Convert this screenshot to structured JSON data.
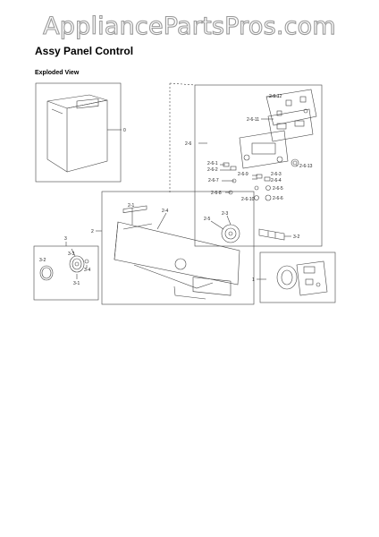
{
  "watermark": "AppliancePartsPros.com",
  "title": "Assy Panel Control",
  "subtitle": "Exploded View",
  "labels": {
    "l0": "0",
    "l2_6_12": "2-6-12",
    "l2_6_11": "2-6-11",
    "l2_6": "2-6",
    "l2_6_1": "2-6-1",
    "l2_6_2": "2-6-2",
    "l2_6_13": "2-6-13",
    "l2_6_3": "2-6-3",
    "l2_6_4": "2-6-4",
    "l2_6_7": "2-6-7",
    "l2_6_9": "2-6-9",
    "l2_6_8": "2-6-8",
    "l2_6_5": "2-6-5",
    "l2_6_10": "2-6-10",
    "l2_6_6": "2-6-6",
    "l2_1": "2-1",
    "l2_4": "2-4",
    "l2_3": "2-3",
    "l2_5": "2-5",
    "l2": "2",
    "l3_2b": "3-2",
    "l3": "3",
    "l3_3": "3-3",
    "l3_2": "3-2",
    "l3_4": "3-4",
    "l3_1": "3-1",
    "l1": "1"
  }
}
